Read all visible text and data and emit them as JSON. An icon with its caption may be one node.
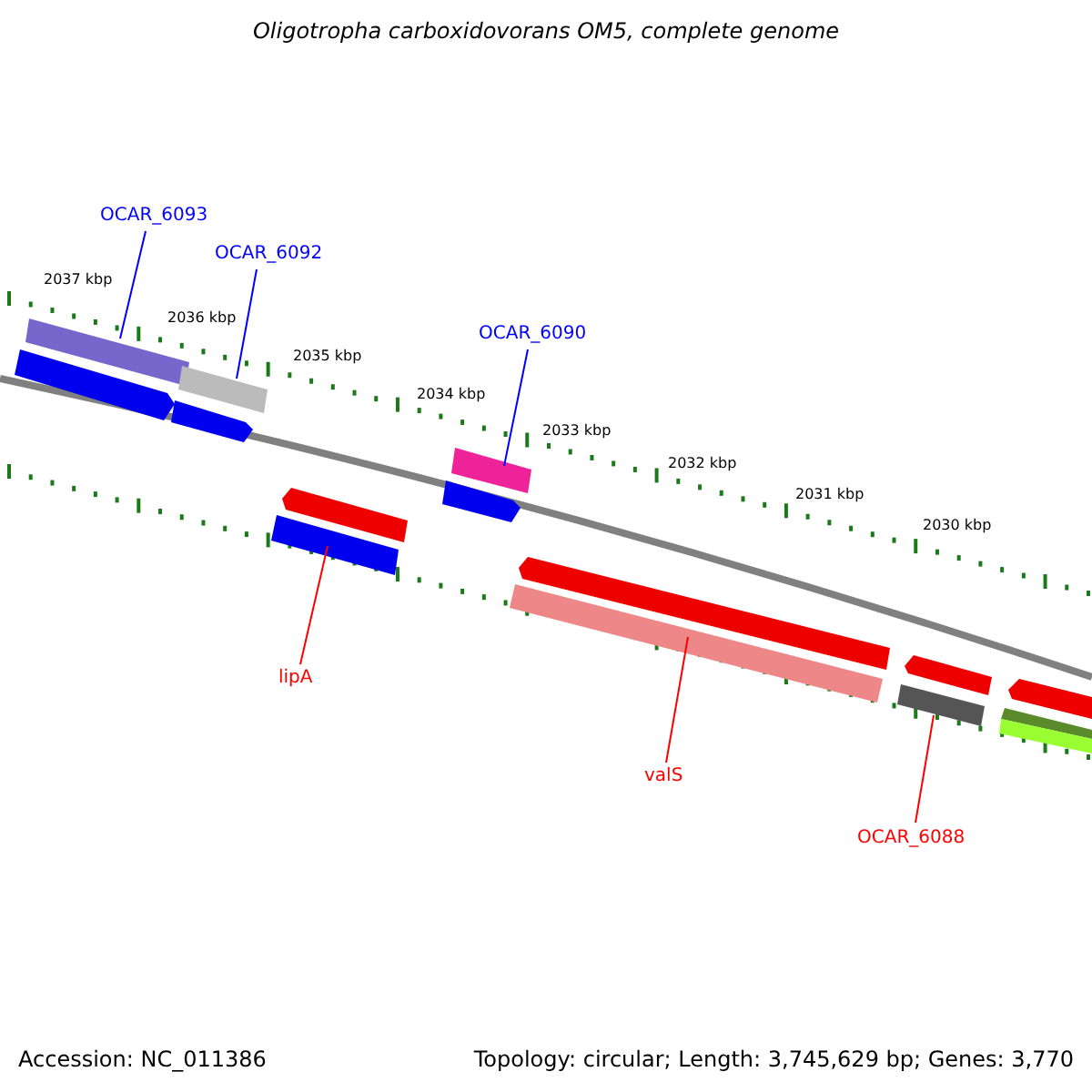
{
  "diagram": {
    "title": "Oligotropha carboxidovorans OM5, complete genome",
    "nodes": [
      {
        "text": [
          "OCAR_6093"
        ]
      },
      {
        "text": [
          "OCAR_6092"
        ]
      },
      {
        "text": [
          "OCAR_6090"
        ]
      },
      {
        "text": [],
        "shape": "bar"
      },
      {
        "text": [],
        "shape": "bar"
      },
      {
        "text": [],
        "shape": "bar"
      },
      {
        "text": [],
        "shape": "bar"
      },
      {
        "text": [],
        "shape": "bar"
      },
      {
        "text": [],
        "shape": "bar"
      },
      {
        "text": [
          "lipA"
        ]
      },
      {
        "text": [
          "valS"
        ]
      },
      {
        "text": [
          "OCAR_6088"
        ]
      },
      {
        "text": [],
        "shape": "bar"
      },
      {
        "text": [],
        "shape": "bar"
      },
      {
        "text": [],
        "shape": "bar"
      },
      {
        "text": [],
        "shape": "bar"
      },
      {
        "text": [],
        "shape": "bar"
      },
      {
        "text": [],
        "shape": "bar"
      },
      {
        "text": [],
        "shape": "bar"
      },
      {
        "text": [],
        "shape": "bar"
      },
      {
        "text": [],
        "shape": "bar"
      }
    ],
    "edges": [
      {
        "from": 0,
        "to": 3,
        "arrow": "none",
        "color": "#0000ff"
      },
      {
        "from": 1,
        "to": 4,
        "arrow": "none",
        "color": "#0000ff"
      },
      {
        "from": 2,
        "to": 5,
        "arrow": "none",
        "color": "#0000ff"
      },
      {
        "from": 9,
        "to": 6,
        "arrow": "none",
        "color": "#ff0000"
      },
      {
        "from": 10,
        "to": 7,
        "arrow": "none",
        "color": "#ff0000"
      },
      {
        "from": 11,
        "to": 8,
        "arrow": "none",
        "color": "#ff0000"
      }
    ],
    "labels": [
      "2037 kbp",
      "2036 kbp",
      "2035 kbp",
      "2034 kbp",
      "2033 kbp",
      "2032 kbp",
      "2031 kbp",
      "2030 kbp",
      "Accession: NC_011386",
      "Topology: circular; Length: 3,745,629 bp; Genes: 3,770"
    ]
  }
}
